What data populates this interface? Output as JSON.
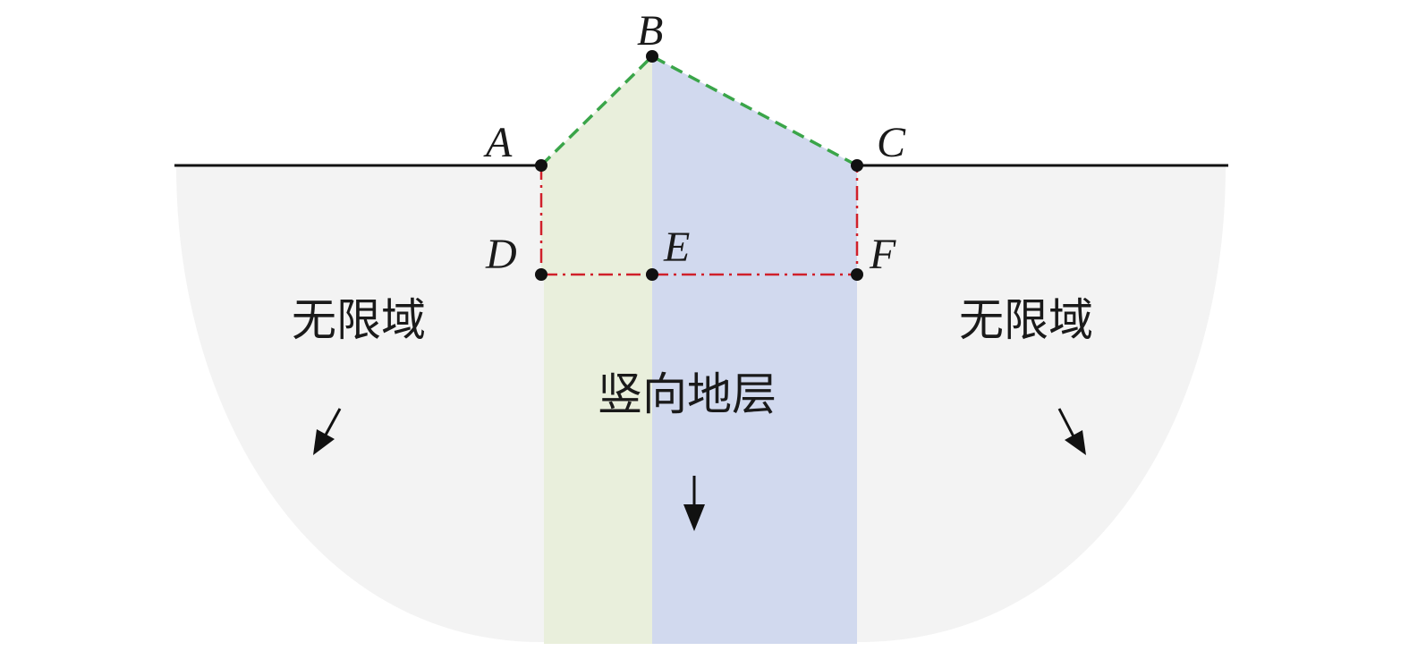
{
  "diagram": {
    "points": {
      "A": "A",
      "B": "B",
      "C": "C",
      "D": "D",
      "E": "E",
      "F": "F"
    },
    "regions": {
      "left_infinite": "无限域",
      "right_infinite": "无限域",
      "vertical_strata": "竖向地层"
    },
    "colors": {
      "infinite_domain_fill": "#f3f3f3",
      "left_strata_fill": "#e9efdc",
      "right_strata_fill": "#d1d9ee",
      "ground_line": "#111111",
      "slope_boundary": "#3aa549",
      "layer_boundary": "#d0202a",
      "node": "#111111"
    }
  }
}
